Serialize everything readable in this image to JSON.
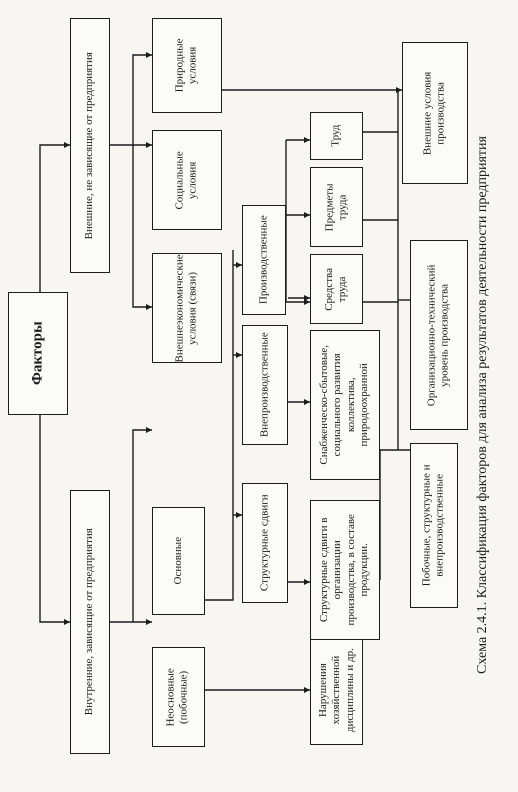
{
  "title": "Факторы",
  "caption": "Схема 2.4.1. Классификация факторов для анализа результатов деятельности предприятия",
  "nodes": {
    "external": "Внешние, не зависящие от предприятия",
    "internal": "Внутренние, зависящие от предприятия",
    "natural": "Природные\nусловия",
    "social": "Социальные\nусловия",
    "foreign_economic": "Внешнеэкономические\nусловия (связи)",
    "external_conditions": "Внешние условия\nпроизводства",
    "main": "Основные",
    "secondary": "Неосновные\n(побочные)",
    "violations": "Нарушения\nхозяйственной\nдисциплины и др.",
    "structural_shifts": "Структурные сдвиги",
    "non_production": "Внепроизводственные",
    "production": "Производственные",
    "structural_shifts_detail": "Структурные сдвиги в\nорганизации\nпроизводства, в составе\nпродукции.",
    "supply_social": "Снабженческо-сбытовые,\nсоциального развития\nколлектива,\nприродоохранной",
    "means_of_labor": "Средства\nтруда",
    "objects_of_labor": "Предметы\nтруда",
    "labor": "Труд",
    "org_tech_level": "Организационно-технический\nуровень производства",
    "side_structural": "Побочные, структурные и\nвнепроизводственные"
  }
}
